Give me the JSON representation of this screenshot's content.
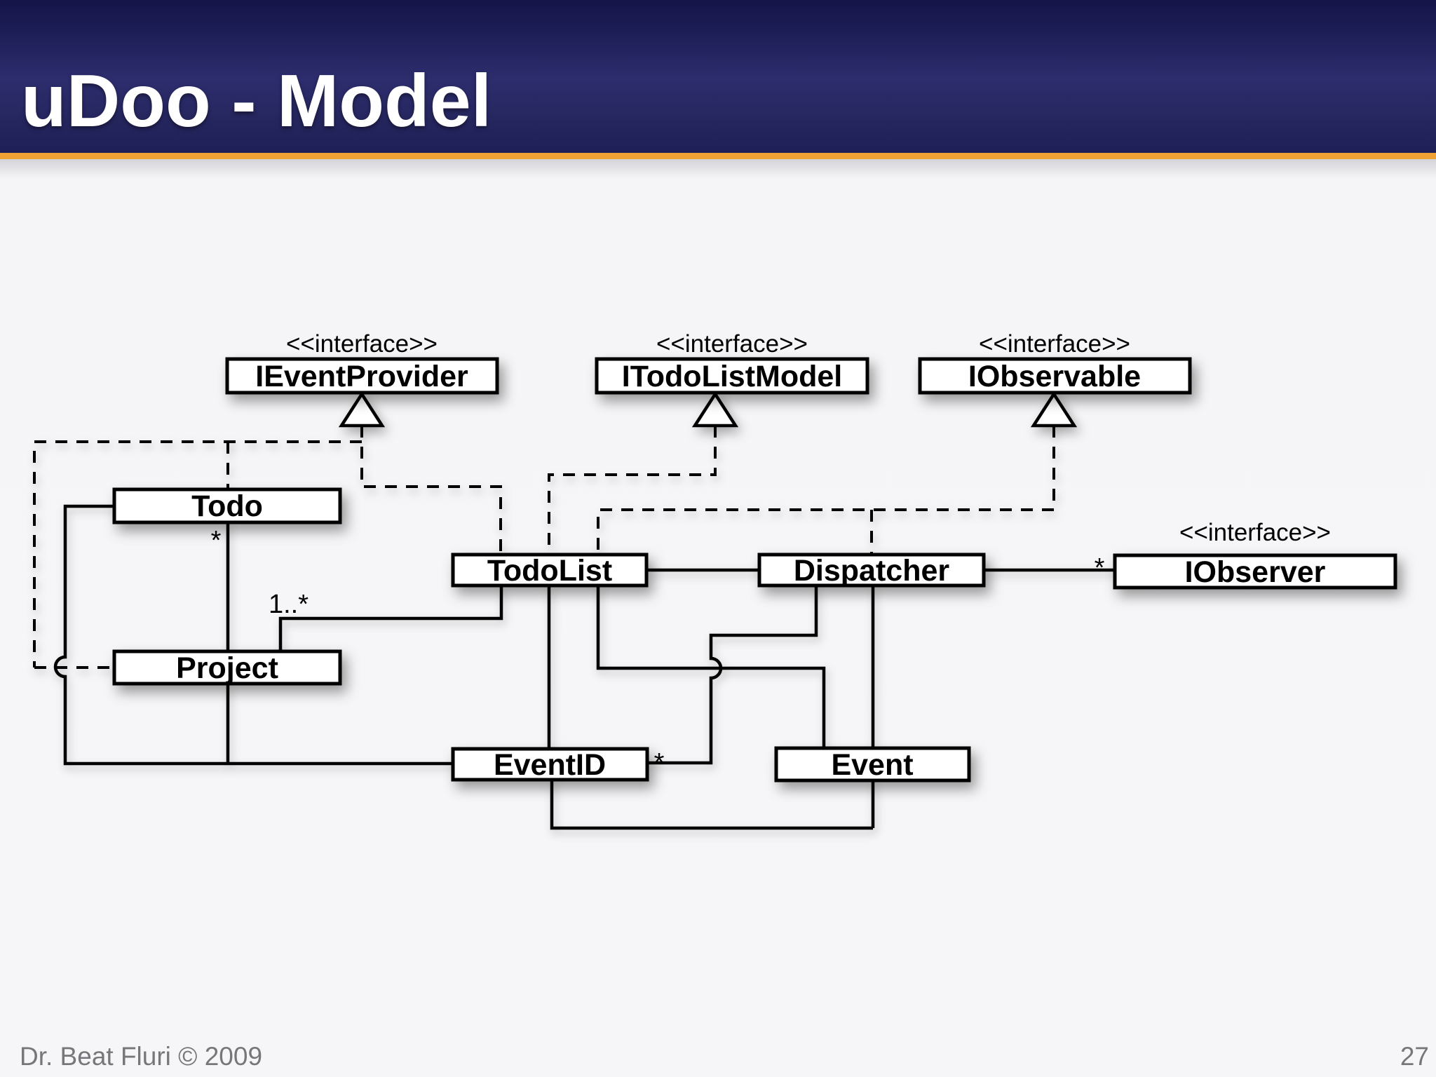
{
  "header": {
    "title": "uDoo - Model"
  },
  "footer": {
    "copyright": "Dr. Beat Fluri © 2009",
    "page_number": "27"
  },
  "colors": {
    "header_top": "#15154a",
    "header_mid": "#2d2d6e",
    "accent_orange": "#efa134",
    "slide_bg": "#f5f5f7",
    "box_fill": "#ffffff",
    "line": "#000000",
    "footer_text": "#77777b"
  },
  "diagram": {
    "stereotype": "<<interface>>",
    "interfaces": [
      {
        "id": "ieventprovider",
        "label": "IEventProvider"
      },
      {
        "id": "itodolistmodel",
        "label": "ITodoListModel"
      },
      {
        "id": "iobservable",
        "label": "IObservable"
      },
      {
        "id": "iobserver",
        "label": "IObserver"
      }
    ],
    "classes": [
      {
        "id": "todo",
        "label": "Todo"
      },
      {
        "id": "todolist",
        "label": "TodoList"
      },
      {
        "id": "dispatcher",
        "label": "Dispatcher"
      },
      {
        "id": "project",
        "label": "Project"
      },
      {
        "id": "eventid",
        "label": "EventID"
      },
      {
        "id": "event",
        "label": "Event"
      }
    ],
    "multiplicities": {
      "project_todos": "*",
      "todolist_projects": "1..*",
      "dispatcher_eventids": "*",
      "dispatcher_observers": "*"
    }
  }
}
